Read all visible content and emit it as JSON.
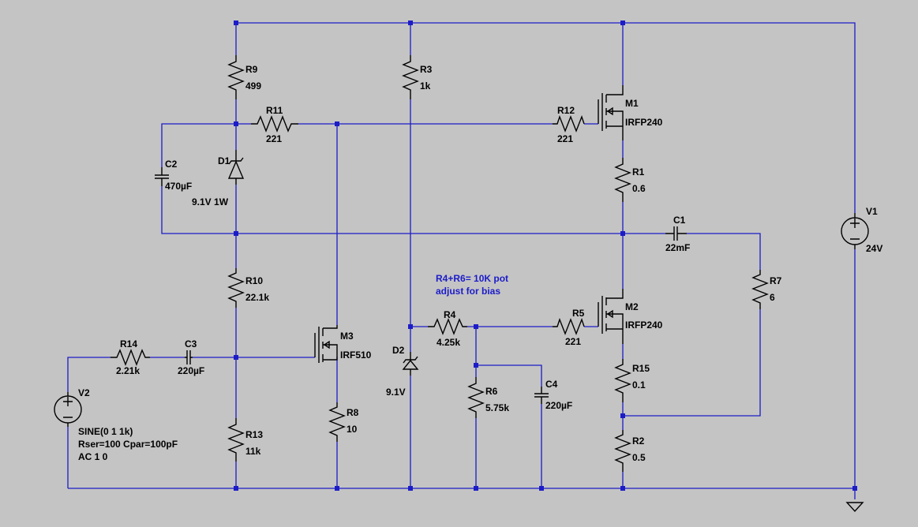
{
  "components": {
    "R9": {
      "name": "R9",
      "value": "499"
    },
    "R3": {
      "name": "R3",
      "value": "1k"
    },
    "R11": {
      "name": "R11",
      "value": "221"
    },
    "R12": {
      "name": "R12",
      "value": "221"
    },
    "R1": {
      "name": "R1",
      "value": "0.6"
    },
    "R10": {
      "name": "R10",
      "value": "22.1k"
    },
    "R13": {
      "name": "R13",
      "value": "11k"
    },
    "R14": {
      "name": "R14",
      "value": "2.21k"
    },
    "R8": {
      "name": "R8",
      "value": "10"
    },
    "R4": {
      "name": "R4",
      "value": "4.25k"
    },
    "R5": {
      "name": "R5",
      "value": "221"
    },
    "R6": {
      "name": "R6",
      "value": "5.75k"
    },
    "R7": {
      "name": "R7",
      "value": "6"
    },
    "R15": {
      "name": "R15",
      "value": "0.1"
    },
    "R2": {
      "name": "R2",
      "value": "0.5"
    },
    "C1": {
      "name": "C1",
      "value": "22mF"
    },
    "C2": {
      "name": "C2",
      "value": "470µF"
    },
    "C3": {
      "name": "C3",
      "value": "220µF"
    },
    "C4": {
      "name": "C4",
      "value": "220µF"
    },
    "D1": {
      "name": "D1",
      "value": "9.1V 1W"
    },
    "D2": {
      "name": "D2",
      "value": "9.1V"
    },
    "M1": {
      "name": "M1",
      "value": "IRFP240"
    },
    "M2": {
      "name": "M2",
      "value": "IRFP240"
    },
    "M3": {
      "name": "M3",
      "value": "IRF510"
    },
    "V1": {
      "name": "V1",
      "value": "24V"
    },
    "V2": {
      "name": "V2",
      "value": "SINE(0 1 1k)",
      "value2": "Rser=100 Cpar=100pF",
      "value3": "AC 1 0"
    }
  },
  "note": {
    "line1": "R4+R6= 10K pot",
    "line2": "adjust for bias"
  },
  "colors": {
    "background": "#c4c4c4",
    "wire": "#1c1cc8",
    "component": "#000000",
    "note": "#1c1cc8"
  }
}
